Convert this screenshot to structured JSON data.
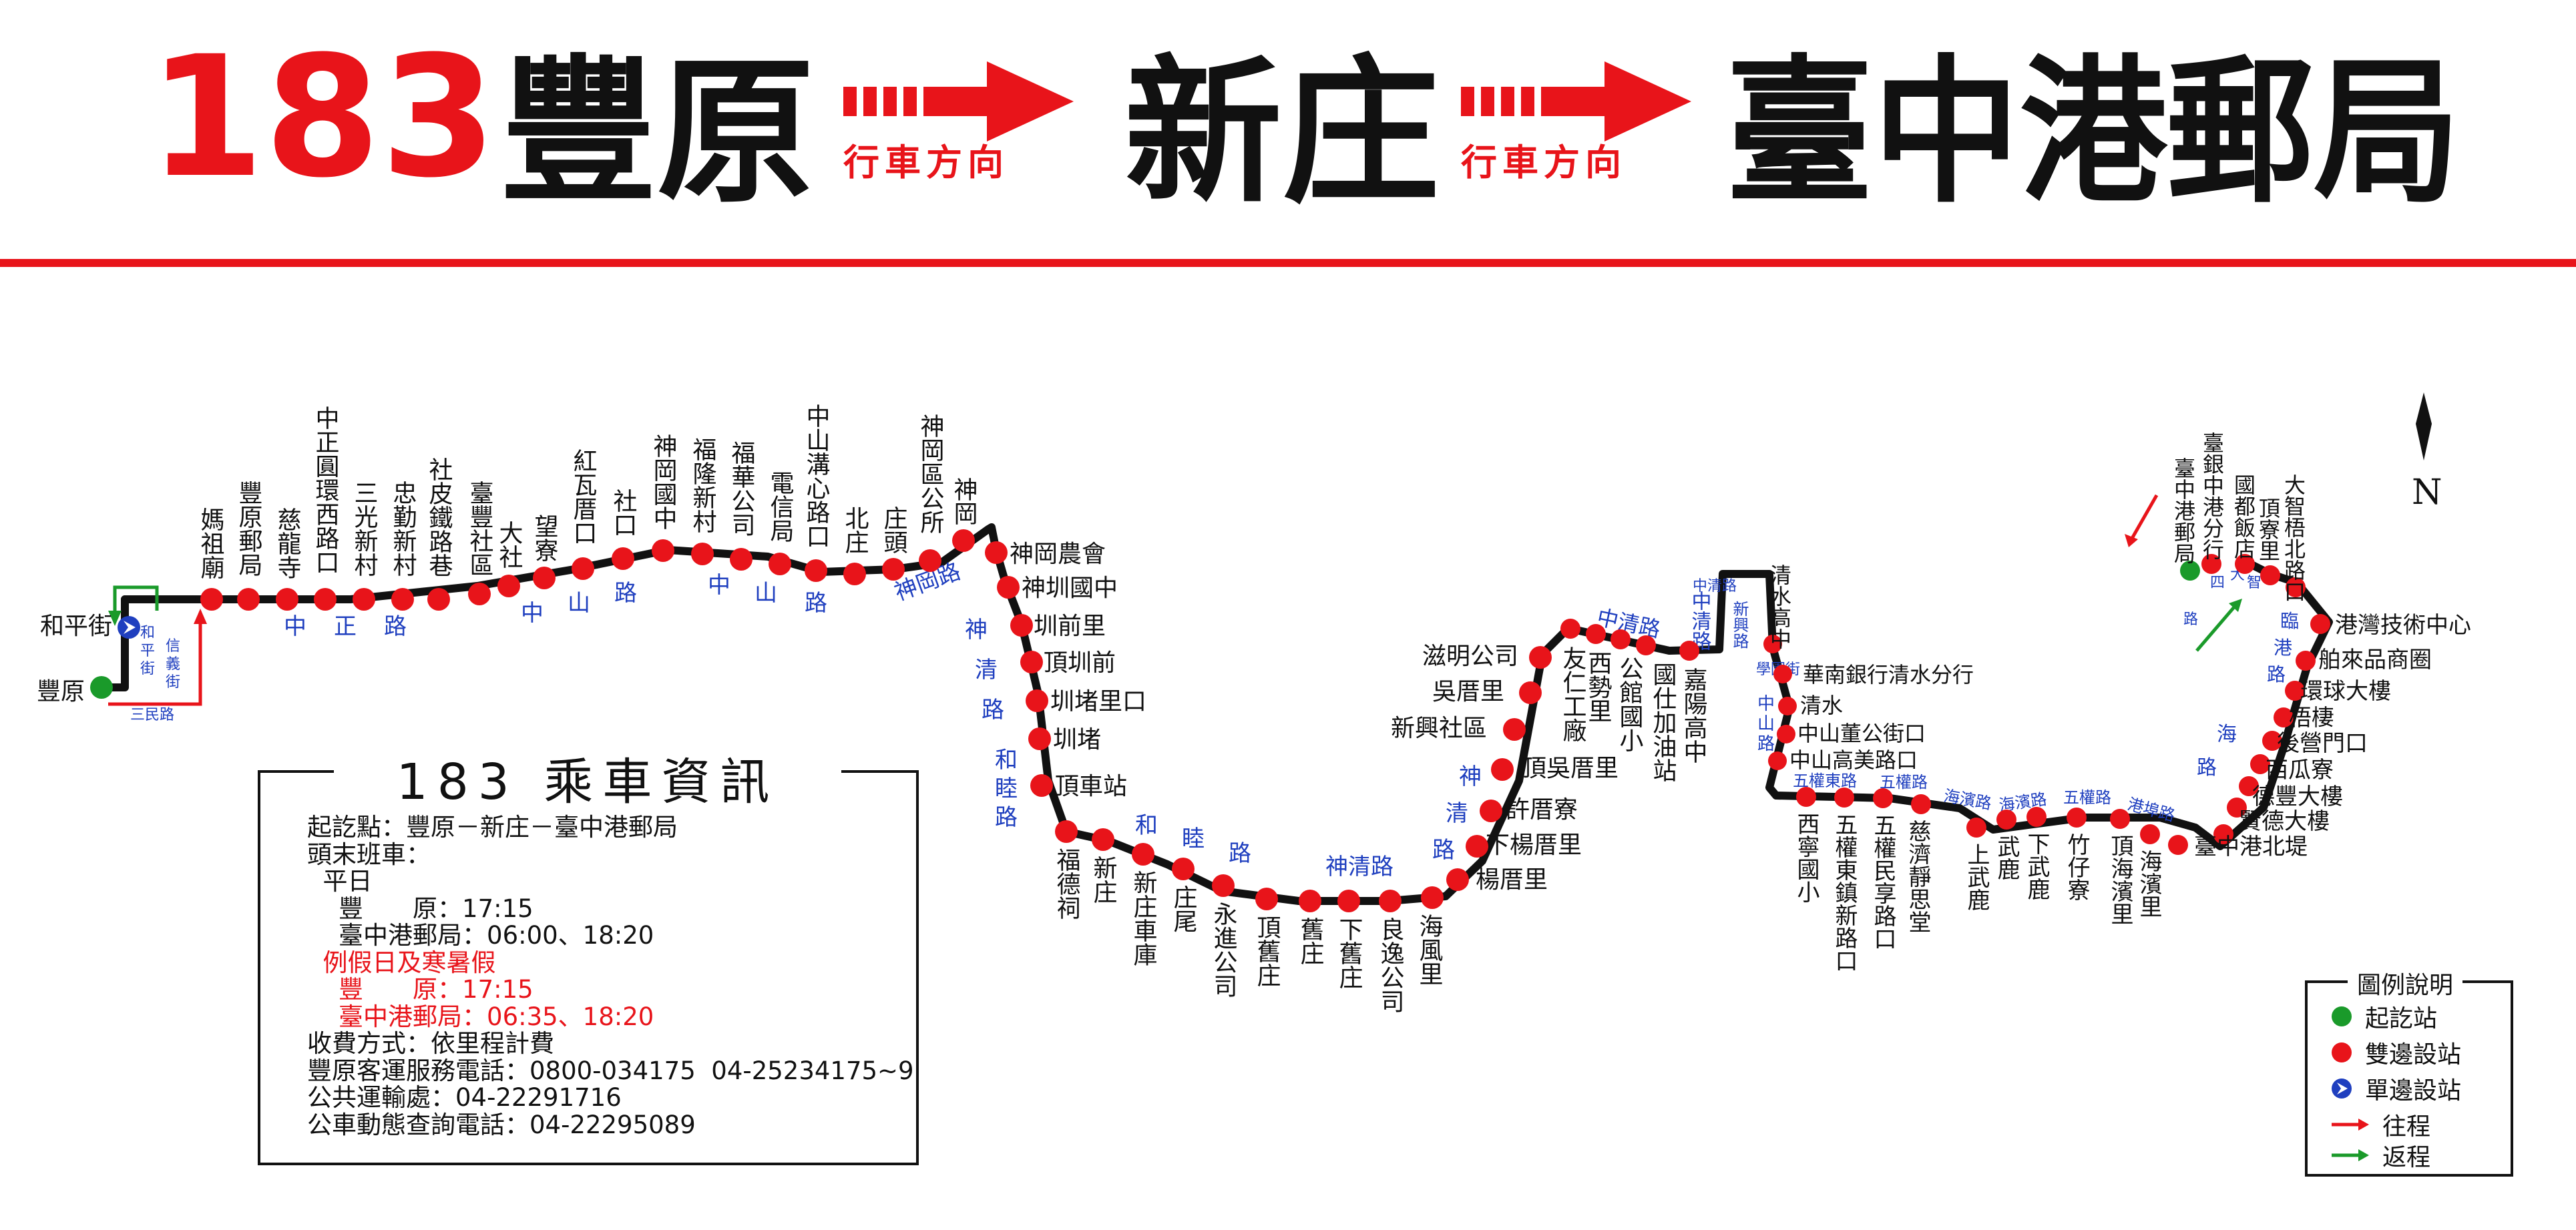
{
  "header": {
    "route_number": "183",
    "origin": "豐原",
    "via": "新庄",
    "destination": "臺中港郵局",
    "direction_label_1": "行車方向",
    "direction_label_2": "行車方向"
  },
  "compass": {
    "label": "N"
  },
  "colors": {
    "accent_red": "#e8141a",
    "road_blue": "#1f3fbf",
    "start_green": "#1a9a2a",
    "line_black": "#111111"
  },
  "stations": {
    "s1": "豐原",
    "s2": "媽祖廟",
    "s3": "豐原郵局",
    "s4": "慈龍寺",
    "s5": "中正圓環西路口",
    "s6": "三光新村",
    "s7": "忠勤新村",
    "s8": "社皮鐵路巷",
    "s9": "臺豐社區",
    "s10": "大社",
    "s11": "望寮",
    "s12": "紅瓦厝口",
    "s13": "社口",
    "s14": "神岡國中",
    "s15": "福隆新村",
    "s16": "福華公司",
    "s17": "電信局",
    "s18": "中山溝心路口",
    "s19": "北庄",
    "s20": "庄頭",
    "s21": "神岡區公所",
    "s22": "神岡",
    "s23": "神岡農會",
    "s24": "神圳國中",
    "s25": "圳前里",
    "s26": "頂圳前",
    "s27": "圳堵里口",
    "s28": "圳堵",
    "s29": "頂車站",
    "s30": "福德祠",
    "s31": "新庄",
    "s32": "新庄車庫",
    "s33": "庄尾",
    "s34": "永進公司",
    "s35": "頂舊庄",
    "s36": "舊庄",
    "s37": "下舊庄",
    "s38": "良逸公司",
    "s39": "海風里",
    "s40": "楊厝里",
    "s41": "下楊厝里",
    "s42": "許厝寮",
    "s43": "頂吳厝里",
    "s44": "新興社區",
    "s45": "吳厝里",
    "s46": "滋明公司",
    "s47": "友仁工廠",
    "s48": "西勢里",
    "s49": "公館國小",
    "s50": "國仕加油站",
    "s51": "嘉陽高中",
    "s52": "清水高中",
    "s53": "華南銀行清水分行",
    "s54": "清水",
    "s55": "中山董公街口",
    "s56": "中山高美路口",
    "s57": "西寧國小",
    "s58": "五權東鎮新路口",
    "s59": "五權民享路口",
    "s60": "慈濟靜思堂",
    "s61": "上武鹿",
    "s62": "武鹿",
    "s63": "下武鹿",
    "s64": "竹仔寮",
    "s65": "頂海濱里",
    "s66": "海濱里",
    "s67": "臺中港北堤",
    "s68": "賢德大樓",
    "s69": "德豐大樓",
    "s70": "西瓜寮",
    "s71": "後營門口",
    "s72": "梧棲",
    "s73": "環球大樓",
    "s74": "舶來品商圈",
    "s75": "港灣技術中心",
    "s76": "大智梧北路口",
    "s77": "頂寮里",
    "s78": "國都飯店",
    "s79": "臺銀中港分行",
    "s80": "臺中港郵局",
    "s81": "和平街"
  },
  "roads": {
    "r1": "中",
    "r2": "正",
    "r3": "路",
    "r4": "中",
    "r5": "山",
    "r6": "路",
    "r7": "中",
    "r8": "山",
    "r9": "路",
    "r10": "神岡路",
    "r11": "神",
    "r12": "清",
    "r13": "路",
    "r14": "和",
    "r15": "睦",
    "r16": "路",
    "r17": "和",
    "r18": "睦",
    "r19": "路",
    "r20": "神清路",
    "r21": "神",
    "r22": "清",
    "r23": "路",
    "r24": "中清路",
    "r25": "中清路",
    "r26": "中清路",
    "r27": "新興路",
    "r28": "學園街",
    "r29": "中",
    "r30": "山",
    "r31": "路",
    "r32": "五權東路",
    "r33": "五權路",
    "r34": "海濱路",
    "r35": "海濱路",
    "r36": "五權路",
    "r37": "港埠路",
    "r38": "海",
    "r39": "路",
    "r40": "臨",
    "r41": "港",
    "r42": "路",
    "r43": "四",
    "r44": "大",
    "r45": "智",
    "r46": "路",
    "r47": "三民路",
    "r48": "和",
    "r49": "平",
    "r50": "街",
    "r51": "信",
    "r52": "義",
    "r53": "街"
  },
  "info_box": {
    "title": "183 乘車資訊",
    "line1": "起訖點：豐原－新庄－臺中港郵局",
    "line2": "頭末班車：",
    "line3": "  平日",
    "line4": "    豐　　原：17:15",
    "line5": "    臺中港郵局：06:00、18:20",
    "line6": "  例假日及寒暑假",
    "line7": "    豐　　原：17:15",
    "line8": "    臺中港郵局：06:35、18:20",
    "line9": "收費方式：依里程計費",
    "line10": "豐原客運服務電話：0800-034175  04-25234175~9",
    "line11": "公共運輸處：04-22291716",
    "line12": "公車動態查詢電話：04-22295089"
  },
  "legend": {
    "title": "圖例說明",
    "start": "起訖站",
    "both_sides": "雙邊設站",
    "one_side": "單邊設站",
    "outbound": "往程",
    "return": "返程"
  }
}
